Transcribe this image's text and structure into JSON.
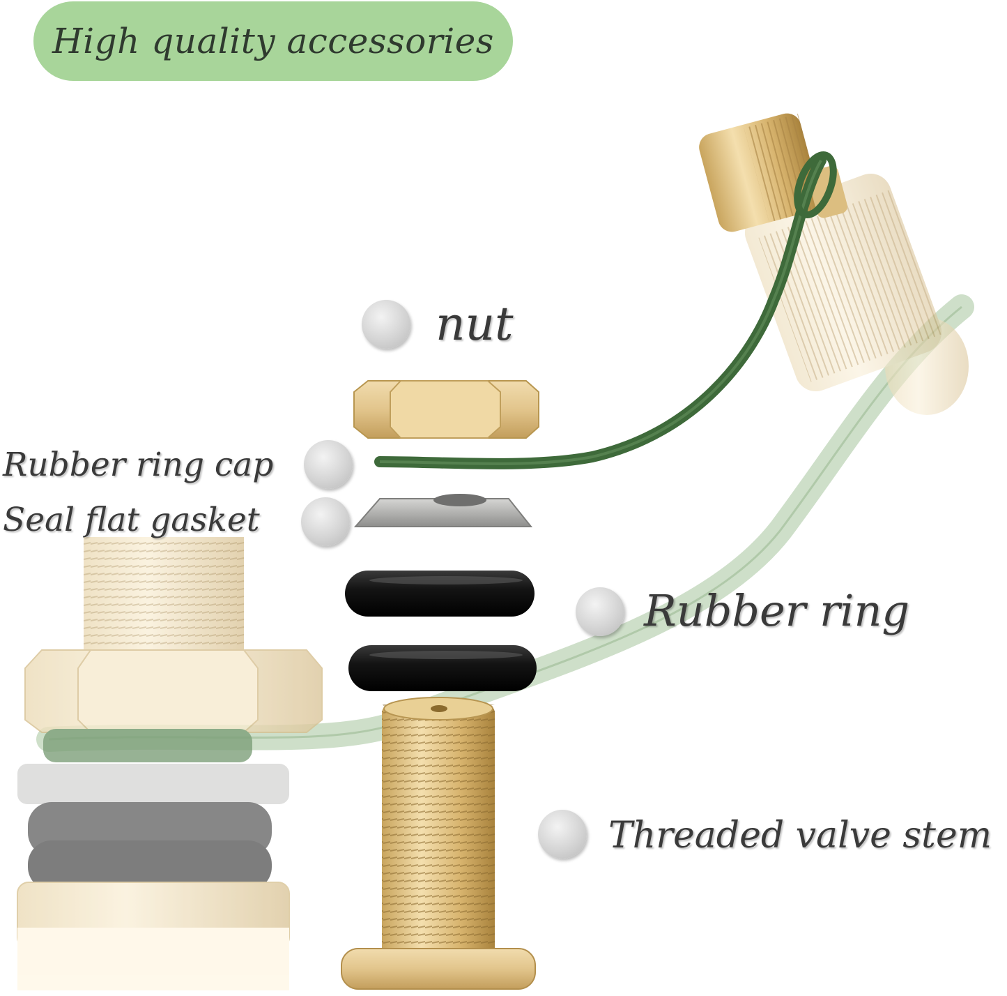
{
  "title": "High quality accessories",
  "labels": {
    "nut": "nut",
    "rubber_ring_cap": "Rubber ring cap",
    "seal_flat_gasket": "Seal flat gasket",
    "rubber_ring": "Rubber ring",
    "threaded_valve_stem": "Threaded valve stem"
  },
  "colors": {
    "badge": "#a8d59a",
    "brass": "#d9b574",
    "strap": "#3f6a3c",
    "rubber": "#1a1a1a",
    "gasket": "#b5b5b3"
  }
}
